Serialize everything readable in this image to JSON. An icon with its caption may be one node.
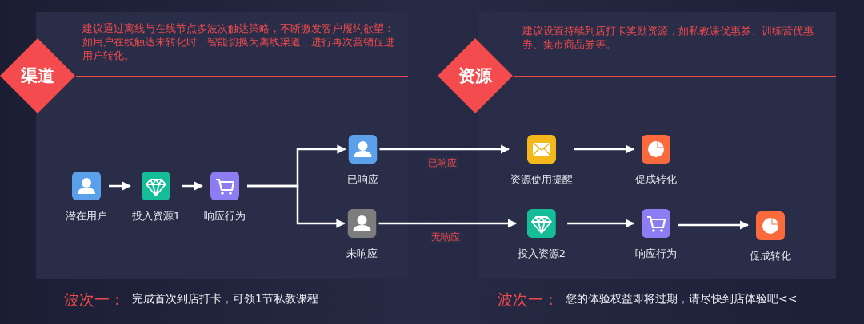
{
  "diagram": {
    "nodes": [
      {
        "text": [
          "建议通过离线与在线节点多波次触达策略，不断激发客户履约欲望：如用户在线触达未转化时，智能切换为离线渠道，进行再次营销促进用户转化。"
        ]
      },
      {
        "text": [
          "渠道"
        ]
      },
      {
        "text": [
          "建议设置持续到店打卡奖励资源，如私教课优惠券、训练营优惠券、集市商品券等。"
        ]
      },
      {
        "text": [
          "资源"
        ]
      },
      {
        "text": [
          "潜在用户"
        ],
        "in": 0
      },
      {
        "text": [
          "投入资源1"
        ],
        "in": 0
      },
      {
        "text": [
          "响应行为"
        ],
        "in": 0
      },
      {
        "text": [
          "已响应"
        ],
        "in": 0
      },
      {
        "text": [
          "未响应"
        ],
        "in": 0
      },
      {
        "text": [
          "资源使用提醒"
        ],
        "in": 2
      },
      {
        "text": [
          "促成转化"
        ],
        "in": 2
      },
      {
        "text": [
          "投入资源2"
        ],
        "in": 2
      },
      {
        "text": [
          "响应行为"
        ],
        "in": 2
      },
      {
        "text": [
          "促成转化"
        ],
        "in": 2
      }
    ],
    "edges": [
      {
        "from": 4,
        "to": 5,
        "arrow": "to"
      },
      {
        "from": 5,
        "to": 6,
        "arrow": "to"
      },
      {
        "from": 6,
        "to": 7,
        "arrow": "to"
      },
      {
        "from": 6,
        "to": 8,
        "arrow": "to"
      },
      {
        "from": 7,
        "to": 9,
        "arrow": "to",
        "label": "已响应"
      },
      {
        "from": 8,
        "to": 11,
        "arrow": "to",
        "label": "无响应"
      },
      {
        "from": 9,
        "to": 10,
        "arrow": "to"
      },
      {
        "from": 11,
        "to": 12,
        "arrow": "to"
      },
      {
        "from": 12,
        "to": 13,
        "arrow": "to"
      }
    ],
    "labels": [
      "波次一：",
      "完成首次到店打卡，可领1节私教课程",
      "波次一：",
      "您的体验权益即将过期，请尽快到店体验吧<<"
    ]
  }
}
